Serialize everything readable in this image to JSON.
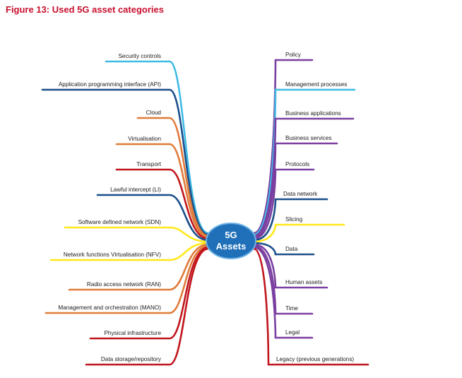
{
  "figure": {
    "title": "Figure 13: Used 5G asset categories"
  },
  "hub": {
    "line1": "5G",
    "line2": "Assets",
    "fill": "#1f70b8",
    "stroke": "#6fb3e6"
  },
  "colors": {
    "cyan": "#3fbbe6",
    "navy": "#1b4f8a",
    "orange": "#e07b39",
    "red": "#c0161c",
    "yellow": "#ffe81a",
    "purple": "#7a3fa0"
  },
  "left_branches": [
    {
      "label": "Security controls",
      "color": "cyan"
    },
    {
      "label": "Application programming interface (API)",
      "color": "navy"
    },
    {
      "label": "Cloud",
      "color": "orange"
    },
    {
      "label": "Virtualisation",
      "color": "orange"
    },
    {
      "label": "Transport",
      "color": "red"
    },
    {
      "label": "Lawful intercept (LI)",
      "color": "navy"
    },
    {
      "label": "Software defined network (SDN)",
      "color": "yellow"
    },
    {
      "label": "Network functions Virtualisation (NFV)",
      "color": "yellow"
    },
    {
      "label": "Radio access network (RAN)",
      "color": "orange"
    },
    {
      "label": "Management and orchestration (MANO)",
      "color": "orange"
    },
    {
      "label": "Physical infrastructure",
      "color": "red"
    },
    {
      "label": "Data storage/repository",
      "color": "red"
    }
  ],
  "right_branches": [
    {
      "label": "Policy",
      "color": "purple"
    },
    {
      "label": "Management processes",
      "color": "cyan"
    },
    {
      "label": "Business applications",
      "color": "purple"
    },
    {
      "label": "Business services",
      "color": "purple"
    },
    {
      "label": "Protocols",
      "color": "purple"
    },
    {
      "label": "Data network",
      "color": "navy"
    },
    {
      "label": "Slicing",
      "color": "yellow"
    },
    {
      "label": "Data",
      "color": "navy"
    },
    {
      "label": "Human assets",
      "color": "purple"
    },
    {
      "label": "Time",
      "color": "purple"
    },
    {
      "label": "Legal",
      "color": "purple"
    },
    {
      "label": "Legacy (previous generations)",
      "color": "red"
    }
  ]
}
